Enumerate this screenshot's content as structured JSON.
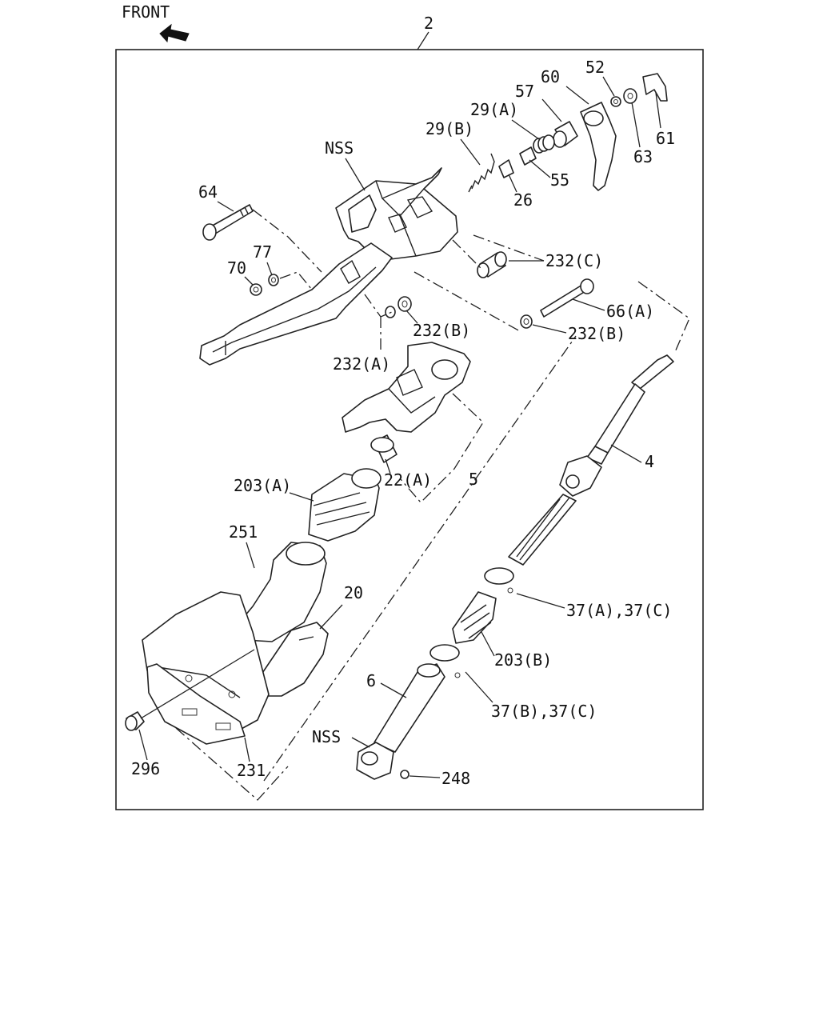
{
  "header": {
    "front_label": "FRONT",
    "assembly_number": "2"
  },
  "callouts": {
    "c52": "52",
    "c60": "60",
    "c57": "57",
    "c29a": "29(A)",
    "c29b": "29(B)",
    "c61": "61",
    "c63": "63",
    "c55": "55",
    "c26": "26",
    "nss_top": "NSS",
    "c64": "64",
    "c77": "77",
    "c70": "70",
    "c232c": "232(C)",
    "c66a": "66(A)",
    "c232b_left": "232(B)",
    "c232b_right": "232(B)",
    "c232a": "232(A)",
    "c4": "4",
    "c5": "5",
    "c22a": "22(A)",
    "c203a": "203(A)",
    "c251": "251",
    "c20": "20",
    "c37ac": "37(A),37(C)",
    "c203b": "203(B)",
    "c6": "6",
    "c37bc": "37(B),37(C)",
    "nss_bottom": "NSS",
    "c248": "248",
    "c296": "296",
    "c231": "231"
  }
}
